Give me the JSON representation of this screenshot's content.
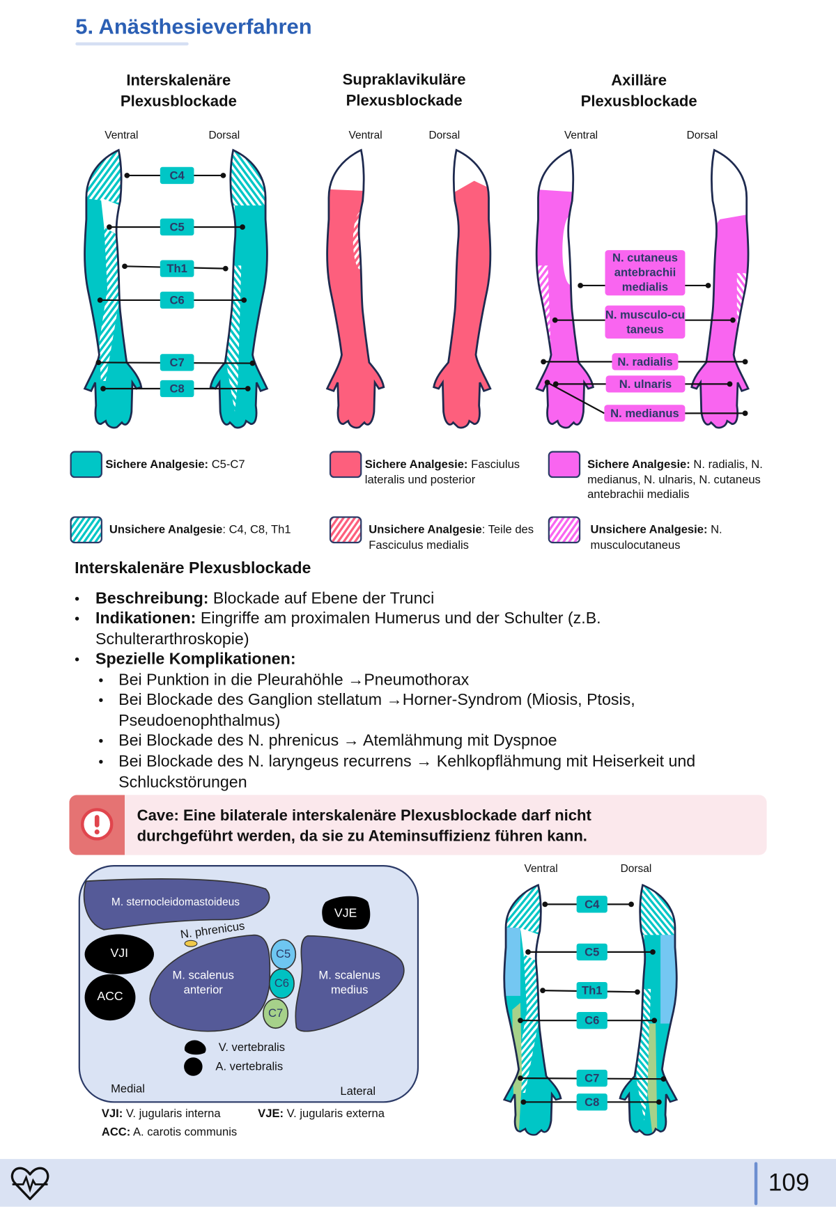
{
  "page_title": "5. Anästhesieverfahren",
  "columns": [
    {
      "title_line1": "Interskalenäre",
      "title_line2": "Plexusblockade",
      "ventral": "Ventral",
      "dorsal": "Dorsal",
      "labels": [
        "C4",
        "C5",
        "Th1",
        "C6",
        "C7",
        "C8"
      ],
      "legend_safe_bold": "Sichere Analgesie:",
      "legend_safe_text": " C5-C7",
      "legend_unsafe_bold": "Unsichere Analgesie",
      "legend_unsafe_text": ": C4, C8, Th1"
    },
    {
      "title_line1": "Supraklavikuläre",
      "title_line2": "Plexusblockade",
      "ventral": "Ventral",
      "dorsal": "Dorsal",
      "legend_safe_bold": "Sichere Analgesie:",
      "legend_safe_text": " Fasciulus lateralis und posterior",
      "legend_unsafe_bold": "Unsichere Analgesie",
      "legend_unsafe_text": ": Teile des Fasciculus medialis"
    },
    {
      "title_line1": "Axilläre",
      "title_line2": "Plexusblockade",
      "ventral": "Ventral",
      "dorsal": "Dorsal",
      "labels": [
        "N. cutaneus antebrachii medialis",
        "N. musculo-cutaneus",
        "N. radialis",
        "N. ulnaris",
        "N. medianus"
      ],
      "legend_safe_bold": "Sichere Analgesie:",
      "legend_safe_text": " N. radialis, N. medianus, N. ulnaris, N. cutaneus antebrachii medialis",
      "legend_unsafe_bold": "Unsichere Analgesie:",
      "legend_unsafe_text": " N. musculocutaneus"
    }
  ],
  "colors": {
    "teal": "#00c6c6",
    "red": "#fd5f7d",
    "magenta": "#f965f0",
    "title_blue": "#2b5fb4",
    "cave_red": "#e57373"
  },
  "section": {
    "heading": "Interskalenäre Plexusblockade",
    "bullets": [
      {
        "bold": "Beschreibung:",
        "text": " Blockade auf Ebene der Trunci"
      },
      {
        "bold": "Indikationen:",
        "text": " Eingriffe am proximalen Humerus und der Schulter (z.B.",
        "text2": "Schulterarthroskopie)"
      },
      {
        "bold": "Spezielle Komplikationen:",
        "text": ""
      }
    ],
    "sub_bullets": [
      {
        "line1": "Bei Punktion in die Pleurahöhle →Pneumothorax"
      },
      {
        "line1": "Bei Blockade des Ganglion stellatum →Horner-Syndrom (Miosis, Ptosis,",
        "line2": "Pseudoenophthalmus)"
      },
      {
        "line1": "Bei Blockade des N. phrenicus → Atemlähmung mit Dyspnoe"
      },
      {
        "line1": "Bei Blockade des N. laryngeus recurrens → Kehlkopflähmung mit Heiserkeit und",
        "line2": "Schluckstörungen"
      }
    ]
  },
  "cave": {
    "line1": "Cave: Eine bilaterale interskalenäre Plexusblockade darf nicht",
    "line2": "durchgeführt werden, da sie zu Ateminsuffizienz führen kann.",
    "icon": "exclamation-circle-icon"
  },
  "diagram": {
    "scm": "M. sternocleidomastoideus",
    "vje": "VJE",
    "vji": "VJI",
    "acc": "ACC",
    "phrenicus": "N. phrenicus",
    "scalenus_anterior_1": "M. scalenus",
    "scalenus_anterior_2": "anterior",
    "scalenus_medius_1": "M. scalenus",
    "scalenus_medius_2": "medius",
    "c5": "C5",
    "c6": "C6",
    "c7": "C7",
    "v_vertebralis": "V. vertebralis",
    "a_vertebralis": "A. vertebralis",
    "medial": "Medial",
    "lateral": "Lateral",
    "legend": [
      {
        "abbr": "VJI:",
        "text": " V. jugularis interna"
      },
      {
        "abbr": "VJE:",
        "text": " V. jugularis externa"
      },
      {
        "abbr": "ACC:",
        "text": " A. carotis communis"
      }
    ]
  },
  "bottom_arms": {
    "ventral": "Ventral",
    "dorsal": "Dorsal",
    "labels": [
      "C4",
      "C5",
      "Th1",
      "C6",
      "C7",
      "C8"
    ]
  },
  "footer": {
    "page_number": "109",
    "icon": "heart-pulse-icon"
  }
}
